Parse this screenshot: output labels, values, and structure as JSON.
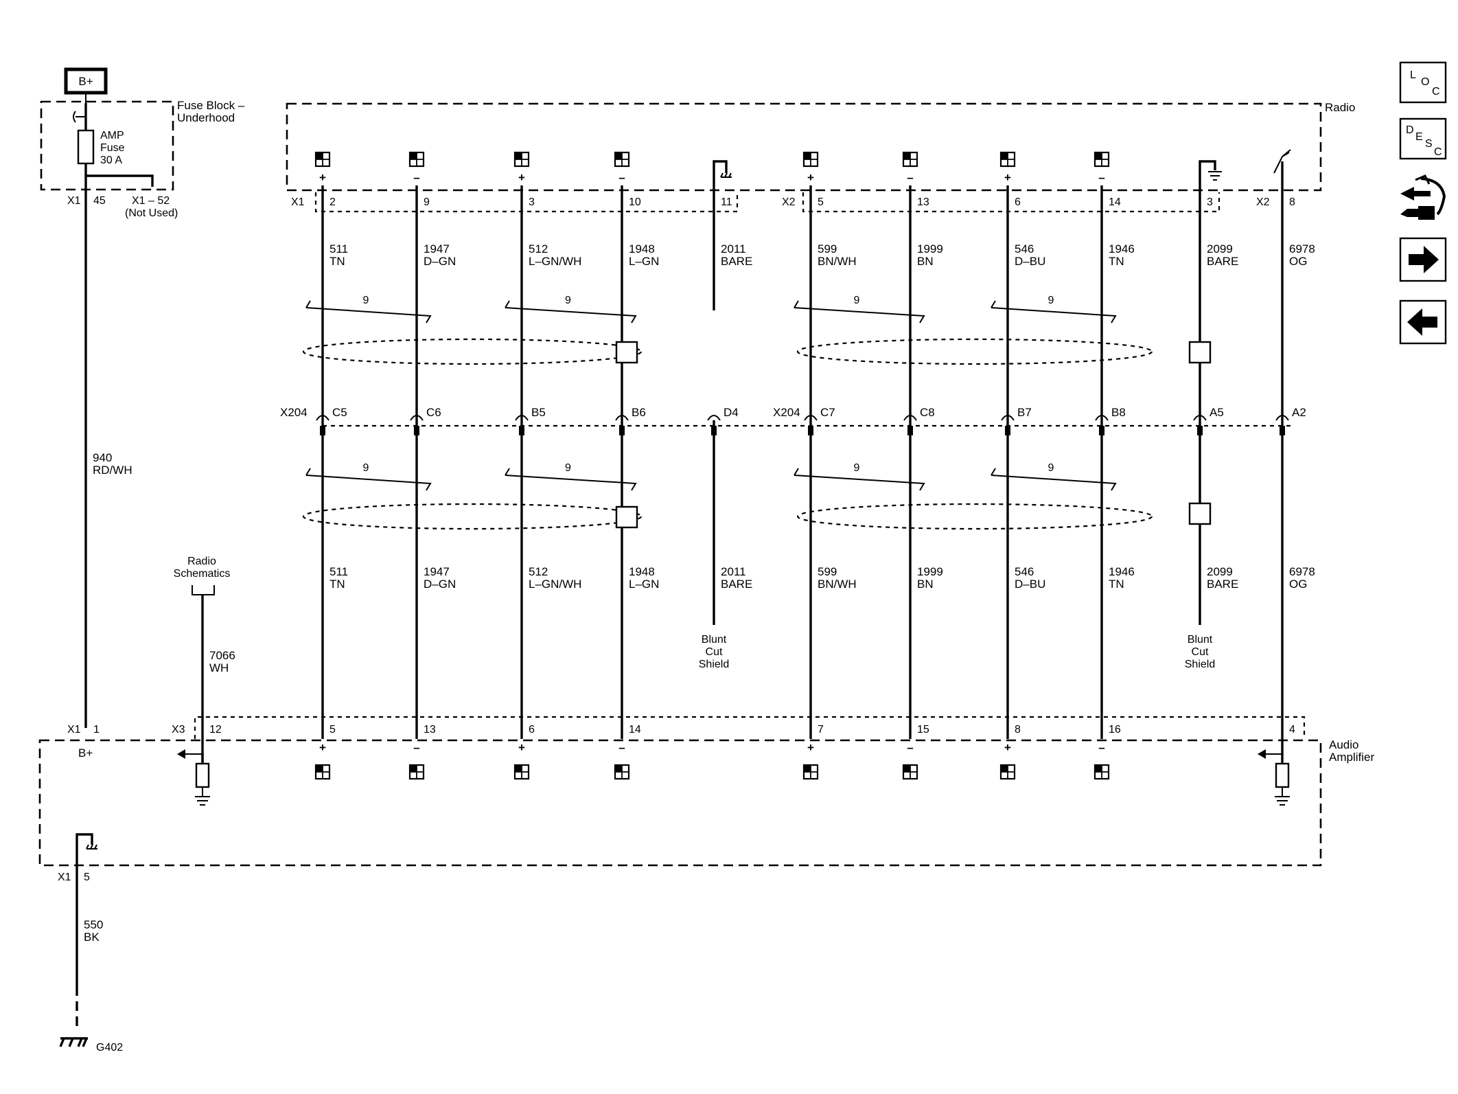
{
  "power": {
    "label": "B+"
  },
  "fuse_block": {
    "name_line1": "Fuse Block –",
    "name_line2": "Underhood",
    "fuse_line1": "AMP",
    "fuse_line2": "Fuse",
    "fuse_line3": "30 A",
    "x1": "X1",
    "pin45": "45",
    "not_used_line1": "X1 – 52",
    "not_used_line2": "(Not Used)"
  },
  "radio": {
    "name": "Radio",
    "x1": "X1",
    "x2": "X2",
    "x2b": "X2",
    "pins": [
      "2",
      "9",
      "3",
      "10",
      "11",
      "5",
      "13",
      "6",
      "14",
      "3",
      "8"
    ],
    "signs": [
      "+",
      "–",
      "+",
      "–",
      "+",
      "–",
      "+",
      "–"
    ]
  },
  "wires_upper": [
    {
      "num": "511",
      "color": "TN"
    },
    {
      "num": "1947",
      "color": "D–GN"
    },
    {
      "num": "512",
      "color": "L–GN/WH"
    },
    {
      "num": "1948",
      "color": "L–GN"
    },
    {
      "num": "2011",
      "color": "BARE"
    },
    {
      "num": "599",
      "color": "BN/WH"
    },
    {
      "num": "1999",
      "color": "BN"
    },
    {
      "num": "546",
      "color": "D–BU"
    },
    {
      "num": "1946",
      "color": "TN"
    },
    {
      "num": "2099",
      "color": "BARE"
    },
    {
      "num": "6978",
      "color": "OG"
    }
  ],
  "wires_lower": [
    {
      "num": "511",
      "color": "TN"
    },
    {
      "num": "1947",
      "color": "D–GN"
    },
    {
      "num": "512",
      "color": "L–GN/WH"
    },
    {
      "num": "1948",
      "color": "L–GN"
    },
    {
      "num": "2011",
      "color": "BARE"
    },
    {
      "num": "599",
      "color": "BN/WH"
    },
    {
      "num": "1999",
      "color": "BN"
    },
    {
      "num": "546",
      "color": "D–BU"
    },
    {
      "num": "1946",
      "color": "TN"
    },
    {
      "num": "2099",
      "color": "BARE"
    },
    {
      "num": "6978",
      "color": "OG"
    }
  ],
  "twist": {
    "label": "9"
  },
  "x204": {
    "name1": "X204",
    "name2": "X204",
    "pins": [
      "C5",
      "C6",
      "B5",
      "B6",
      "D4",
      "C7",
      "C8",
      "B7",
      "B8",
      "A5",
      "A2"
    ]
  },
  "blunt_left": {
    "line1": "Blunt",
    "line2": "Cut",
    "line3": "Shield"
  },
  "blunt_right": {
    "line1": "Blunt",
    "line2": "Cut",
    "line3": "Shield"
  },
  "feed": {
    "num": "940",
    "color": "RD/WH"
  },
  "radio_schematics": {
    "line1": "Radio",
    "line2": "Schematics",
    "num": "7066",
    "color": "WH"
  },
  "amplifier": {
    "name_line1": "Audio",
    "name_line2": "Amplifier",
    "x1": "X1",
    "pin1": "1",
    "bplus": "B+",
    "x3": "X3",
    "pins": [
      "12",
      "5",
      "13",
      "6",
      "14",
      "7",
      "15",
      "8",
      "16",
      "4"
    ],
    "signs": [
      "+",
      "–",
      "+",
      "–",
      "+",
      "–",
      "+",
      "–"
    ],
    "x1_ground": "X1",
    "pin5": "5"
  },
  "ground": {
    "num": "550",
    "color": "BK",
    "name": "G402"
  },
  "nav": {
    "loc": [
      "L",
      "O",
      "C"
    ],
    "desc": [
      "D",
      "E",
      "S",
      "C"
    ]
  }
}
